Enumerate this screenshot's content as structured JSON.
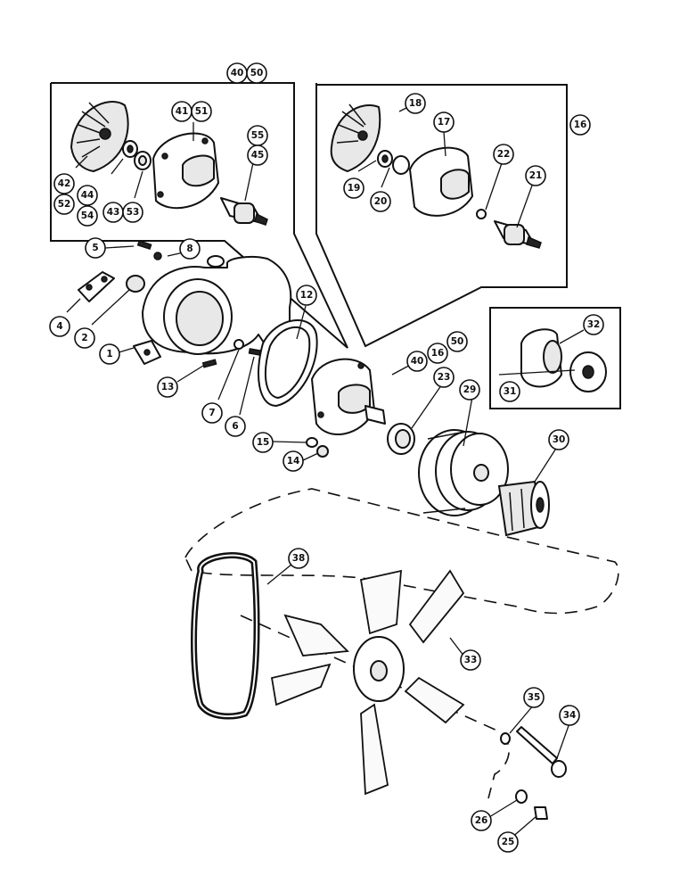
{
  "diagram": {
    "callouts": [
      {
        "id": "c4050",
        "labels": [
          "40",
          "50"
        ]
      },
      {
        "id": "c16",
        "labels": [
          "16"
        ]
      },
      {
        "id": "c18",
        "labels": [
          "18"
        ]
      },
      {
        "id": "c17",
        "labels": [
          "17"
        ]
      },
      {
        "id": "c22",
        "labels": [
          "22"
        ]
      },
      {
        "id": "c21",
        "labels": [
          "21"
        ]
      },
      {
        "id": "c19",
        "labels": [
          "19"
        ]
      },
      {
        "id": "c20",
        "labels": [
          "20"
        ]
      },
      {
        "id": "c4151",
        "labels": [
          "41",
          "51"
        ]
      },
      {
        "id": "c5545",
        "labels": [
          "55",
          "45"
        ]
      },
      {
        "id": "c4252",
        "labels": [
          "42",
          "52"
        ]
      },
      {
        "id": "c4454",
        "labels": [
          "44",
          "54"
        ]
      },
      {
        "id": "c4353",
        "labels": [
          "43",
          "53"
        ]
      },
      {
        "id": "c5",
        "labels": [
          "5"
        ]
      },
      {
        "id": "c8",
        "labels": [
          "8"
        ]
      },
      {
        "id": "c4",
        "labels": [
          "4"
        ]
      },
      {
        "id": "c2",
        "labels": [
          "2"
        ]
      },
      {
        "id": "c1",
        "labels": [
          "1"
        ]
      },
      {
        "id": "c13",
        "labels": [
          "13"
        ]
      },
      {
        "id": "c7",
        "labels": [
          "7"
        ]
      },
      {
        "id": "c6",
        "labels": [
          "6"
        ]
      },
      {
        "id": "c12",
        "labels": [
          "12"
        ]
      },
      {
        "id": "c15",
        "labels": [
          "15"
        ]
      },
      {
        "id": "c14",
        "labels": [
          "14"
        ]
      },
      {
        "id": "c40b",
        "labels": [
          "40"
        ]
      },
      {
        "id": "c16b",
        "labels": [
          "16"
        ]
      },
      {
        "id": "c50b",
        "labels": [
          "50"
        ]
      },
      {
        "id": "c23",
        "labels": [
          "23"
        ]
      },
      {
        "id": "c29",
        "labels": [
          "29"
        ]
      },
      {
        "id": "c32",
        "labels": [
          "32"
        ]
      },
      {
        "id": "c31",
        "labels": [
          "31"
        ]
      },
      {
        "id": "c30",
        "labels": [
          "30"
        ]
      },
      {
        "id": "c38",
        "labels": [
          "38"
        ]
      },
      {
        "id": "c33",
        "labels": [
          "33"
        ]
      },
      {
        "id": "c35",
        "labels": [
          "35"
        ]
      },
      {
        "id": "c34",
        "labels": [
          "34"
        ]
      },
      {
        "id": "c26",
        "labels": [
          "26"
        ]
      },
      {
        "id": "c25",
        "labels": [
          "25"
        ]
      }
    ]
  }
}
